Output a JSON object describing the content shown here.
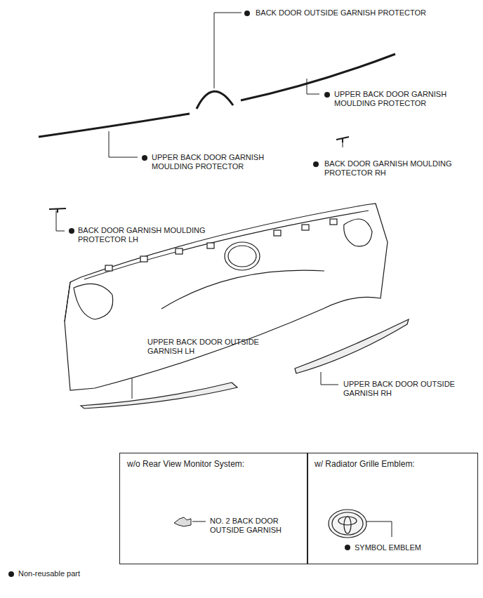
{
  "diagram": {
    "nodes": [
      {
        "text": [
          "w/o Rear View Monitor System:",
          "NO. 2 BACK DOOR OUTSIDE GARNISH"
        ]
      },
      {
        "text": [
          "w/ Radiator Grille Emblem:",
          "SYMBOL EMBLEM"
        ]
      }
    ],
    "labels": [
      "BACK DOOR OUTSIDE GARNISH PROTECTOR",
      "UPPER BACK DOOR GARNISH MOULDING PROTECTOR",
      "UPPER BACK DOOR GARNISH MOULDING PROTECTOR",
      "BACK DOOR GARNISH MOULDING PROTECTOR RH",
      "BACK DOOR GARNISH MOULDING PROTECTOR LH",
      "UPPER BACK DOOR OUTSIDE GARNISH LH",
      "UPPER BACK DOOR OUTSIDE GARNISH RH"
    ],
    "legend": [
      {
        "text": "Non-reusable part"
      }
    ]
  }
}
